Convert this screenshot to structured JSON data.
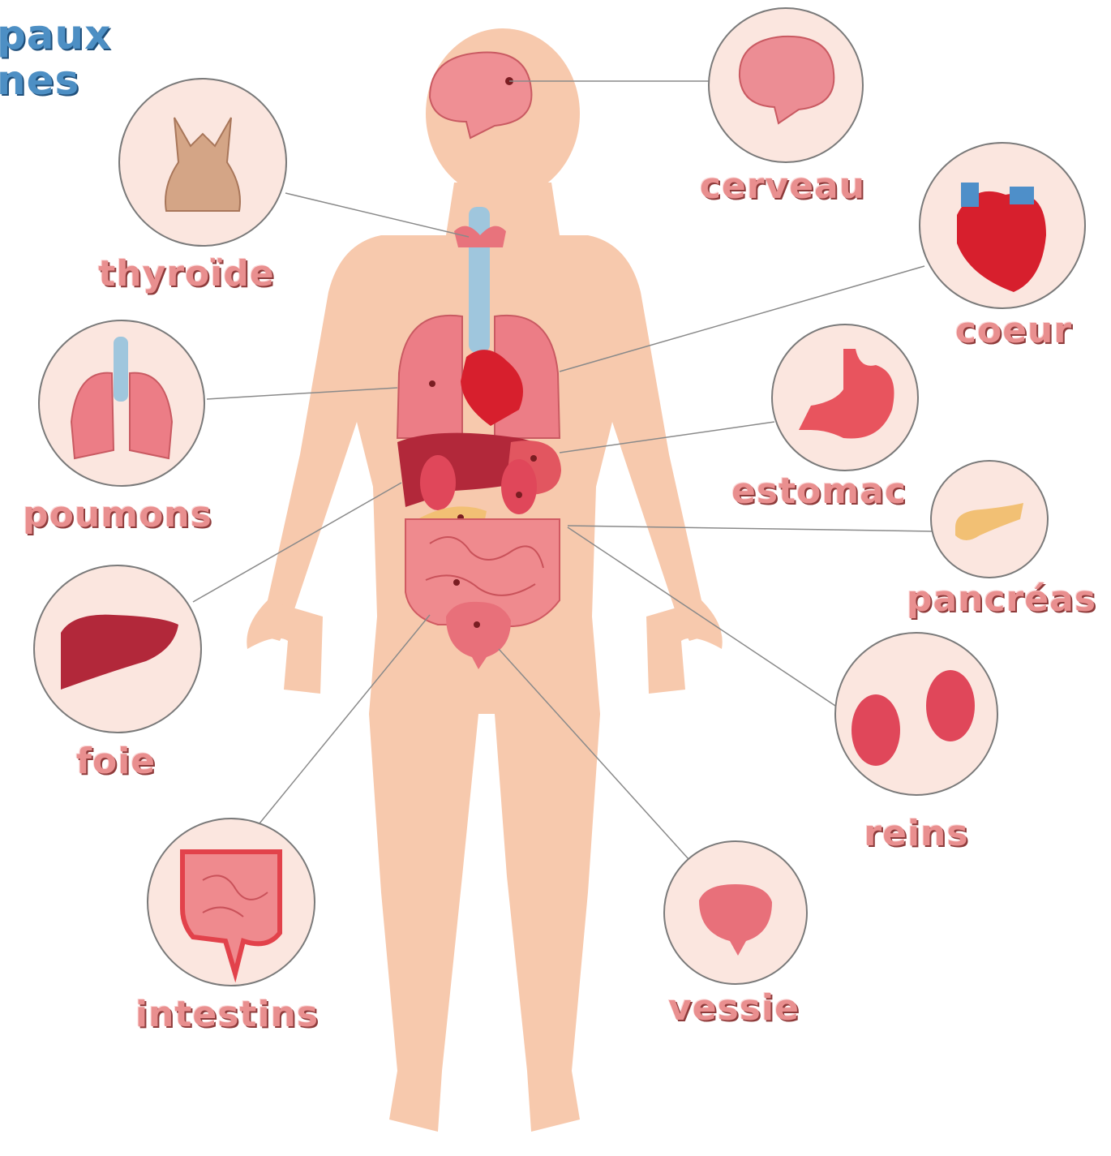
{
  "title": {
    "line1": "paux",
    "line2": "nes"
  },
  "organs": {
    "cerveau": "cerveau",
    "coeur": "coeur",
    "estomac": "estomac",
    "pancreas": "pancréas",
    "reins": "reins",
    "vessie": "vessie",
    "intestins": "intestins",
    "foie": "foie",
    "poumons": "poumons",
    "thyroide": "thyroïde"
  },
  "colors": {
    "skin": "#f7c9ad",
    "circle_fill": "#fbe6df",
    "organ_red": "#e6505a",
    "label_pink": "#e98f8f",
    "title_blue": "#4d8fc4"
  }
}
